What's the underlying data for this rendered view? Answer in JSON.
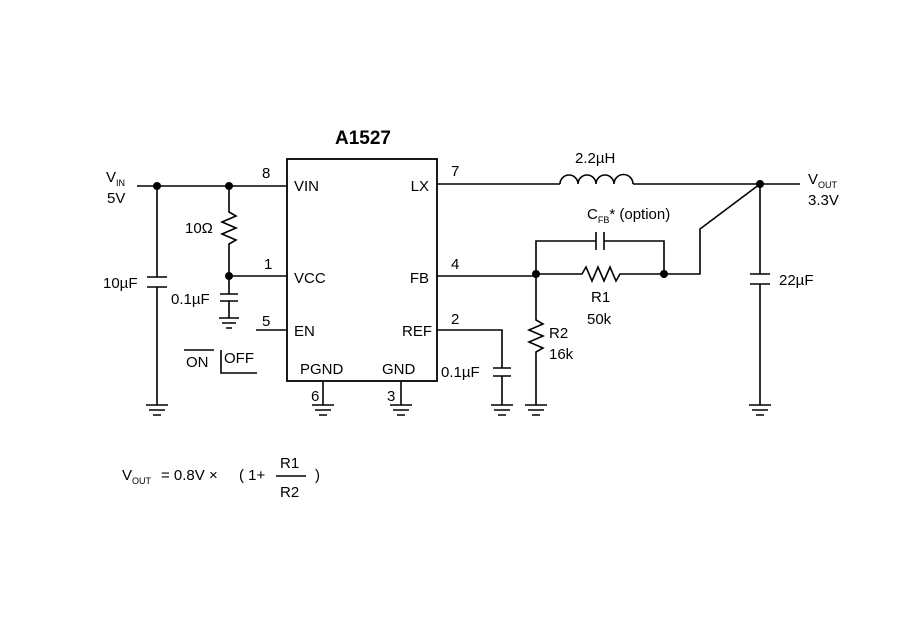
{
  "chip": {
    "name": "A1527",
    "pins": {
      "vin": {
        "num": "8",
        "name": "VIN"
      },
      "vcc": {
        "num": "1",
        "name": "VCC"
      },
      "en": {
        "num": "5",
        "name": "EN"
      },
      "pgnd": {
        "num": "6",
        "name": "PGND"
      },
      "gnd": {
        "num": "3",
        "name": "GND"
      },
      "lx": {
        "num": "7",
        "name": "LX"
      },
      "fb": {
        "num": "4",
        "name": "FB"
      },
      "ref": {
        "num": "2",
        "name": "REF"
      }
    }
  },
  "input": {
    "v": "V",
    "sub": "IN",
    "value": "5V"
  },
  "output": {
    "v": "V",
    "sub": "OUT",
    "value": "3.3V"
  },
  "parts": {
    "c_in": "10µF",
    "r_vcc": "10Ω",
    "c_vcc": "0.1µF",
    "inductor": "2.2µH",
    "cfb": {
      "c": "C",
      "sub": "FB",
      "text": "* (option)"
    },
    "r1": {
      "name": "R1",
      "value": "50k"
    },
    "r2": {
      "name": "R2",
      "value": "16k"
    },
    "c_ref": "0.1µF",
    "c_out": "22µF"
  },
  "switch": {
    "on": "ON",
    "off": "OFF"
  },
  "formula": {
    "v": "V",
    "sub": "OUT",
    "eq": "= 0.8V ×",
    "paren_open": "( 1+",
    "num": "R1",
    "den": "R2",
    "paren_close": ")"
  }
}
